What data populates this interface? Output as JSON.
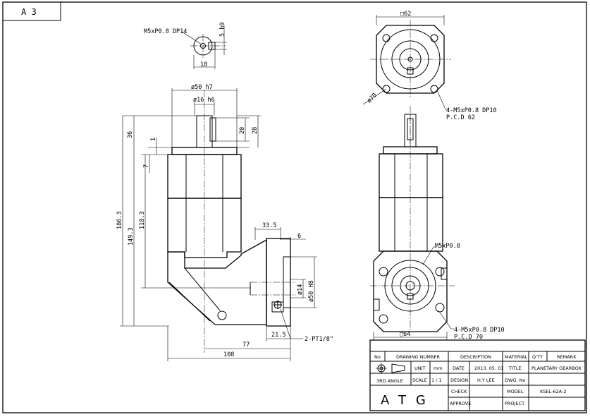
{
  "sheet": {
    "size_label": "A 3"
  },
  "top_detail": {
    "thread": "M5xP0.8 DP14",
    "key_height": "5 h9",
    "width": "18"
  },
  "front_view": {
    "dia_flange": "ø50 h7",
    "dia_shaft": "ø16 h6",
    "dim_36": "36",
    "dim_1": "1",
    "dim_7": "7",
    "dim_20": "20",
    "dim_28": "28",
    "dim_186_3": "186.3",
    "dim_149_3": "149.3",
    "dim_118_3": "118.3",
    "dim_33_5": "33.5",
    "dim_6": "6",
    "dim_14": "ø14",
    "dim_50h8": "ø50 H8",
    "dim_21_5": "21.5",
    "dim_77": "77",
    "dim_108": "108",
    "pt_label": "2-PT1/8\""
  },
  "top_view": {
    "sq_62": "□62",
    "dia_70": "ø70",
    "holes": "4-M5xP0.8 DP10",
    "pcd": "P.C.D 62"
  },
  "side_view": {
    "tap": "M5xP0.8",
    "holes": "4-M5xP0.8 DP10",
    "pcd": "P.C.D 70",
    "sq_64": "□64"
  },
  "title_block": {
    "h_no": "No",
    "h_drawing_number": "DRAWING NUMBER",
    "h_description": "DESCRIPTION",
    "h_material": "MATERIAL",
    "h_qty": "Q'TY",
    "h_remark": "REMARK",
    "projection": "3RD ANGLE",
    "unit_label": "UNIT",
    "unit_value": "mm",
    "scale_label": "SCALE",
    "scale_value": "1 / 1",
    "date_label": "DATE",
    "date_value": "2013. 05. 01",
    "design_label": "DESIGN",
    "design_value": "H.Y LEE",
    "check_label": "CHECK",
    "approve_label": "APPROVE",
    "title_label": "TITLE",
    "title_value": "PLANETARY GEARBOX",
    "dwg_label": "DWG. No",
    "model_label": "MODEL",
    "model_value": "KSEL-62A-2",
    "project_label": "PROJECT",
    "company": "ATG"
  }
}
